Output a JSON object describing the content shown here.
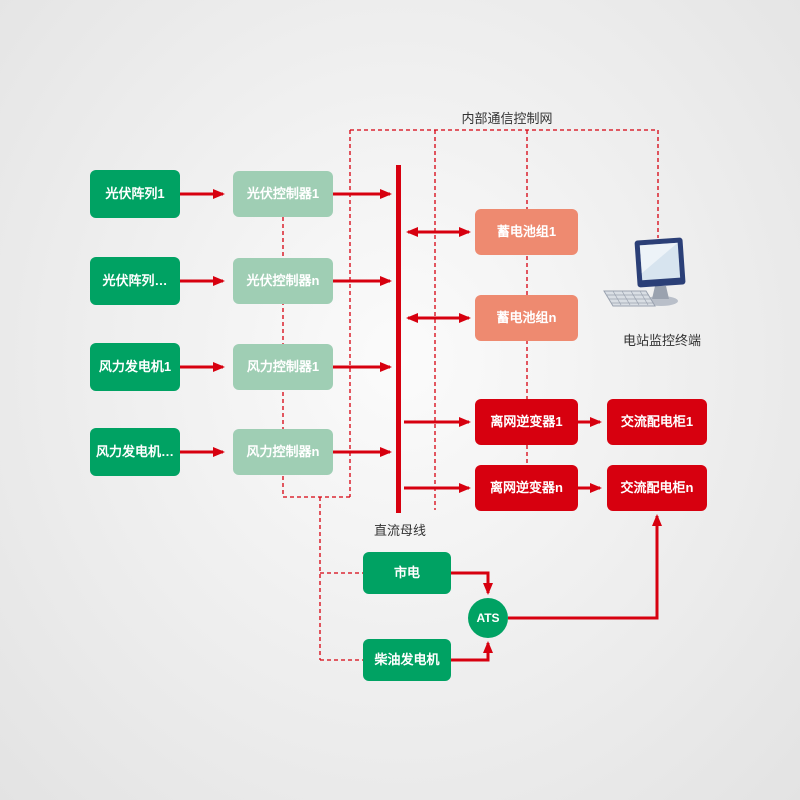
{
  "nodes": {
    "sources": [
      "光伏阵列1",
      "光伏阵列…",
      "风力发电机1",
      "风力发电机…"
    ],
    "controllers": [
      "光伏控制器1",
      "光伏控制器n",
      "风力控制器1",
      "风力控制器n"
    ],
    "batteries": [
      "蓄电池组1",
      "蓄电池组n"
    ],
    "inverters": [
      "离网逆变器1",
      "离网逆变器n"
    ],
    "ac_cabinets": [
      "交流配电柜1",
      "交流配电柜n"
    ],
    "mains": "市电",
    "diesel": "柴油发电机",
    "ats": "ATS"
  },
  "labels": {
    "comm_network": "内部通信控制网",
    "dc_bus": "直流母线",
    "monitor_terminal": "电站监控终端"
  },
  "colors": {
    "source_green": "#00a263",
    "controller_green": "#9fceb4",
    "battery_salmon": "#ee8a70",
    "device_red": "#d7000f",
    "line_red": "#d7000f",
    "dashed_red": "#d7000f",
    "background_gray": "#e8e8e8"
  }
}
